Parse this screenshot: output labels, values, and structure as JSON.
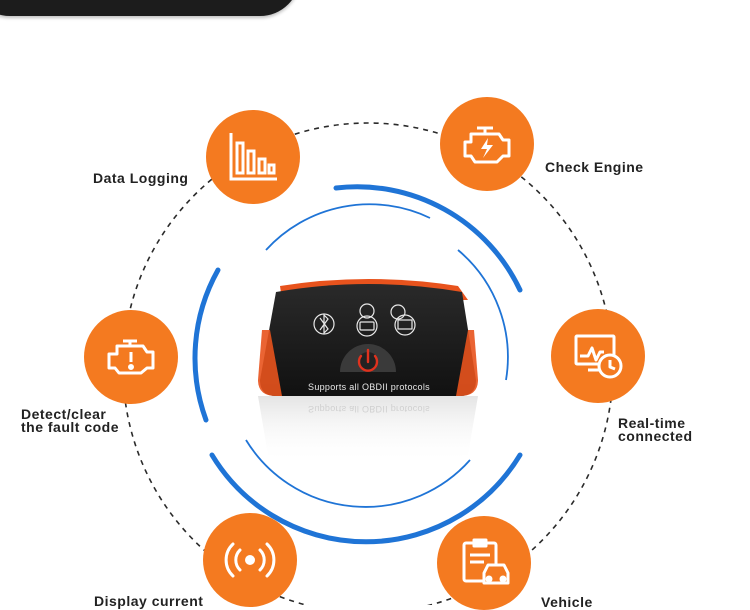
{
  "features": [
    {
      "id": "data-logging",
      "label": "Data Logging",
      "icon": "bar-chart-icon"
    },
    {
      "id": "check-engine",
      "label": "Check Engine",
      "icon": "engine-warning-icon"
    },
    {
      "id": "detect-clear",
      "label": "Detect/clear\nthe fault code",
      "icon": "engine-icon"
    },
    {
      "id": "real-time",
      "label": "Real-time\nconnected",
      "icon": "monitor-clock-icon"
    },
    {
      "id": "display-current",
      "label": "Display current",
      "icon": "signal-broadcast-icon"
    },
    {
      "id": "vehicle",
      "label": "Vehicle",
      "icon": "car-clipboard-icon"
    }
  ],
  "device": {
    "label": "Supports all OBDII protocols",
    "reflection_label": "Supports all OBDII protocols",
    "indicators": [
      "bluetooth-icon",
      "engine-status-icon",
      "battery-icon"
    ],
    "power_icon": "power-icon"
  },
  "colors": {
    "accent": "#f47a20",
    "arc_blue": "#1f74d6",
    "device_body": "#1a1a1a",
    "device_cap": "#e8531d",
    "text": "#222222"
  }
}
